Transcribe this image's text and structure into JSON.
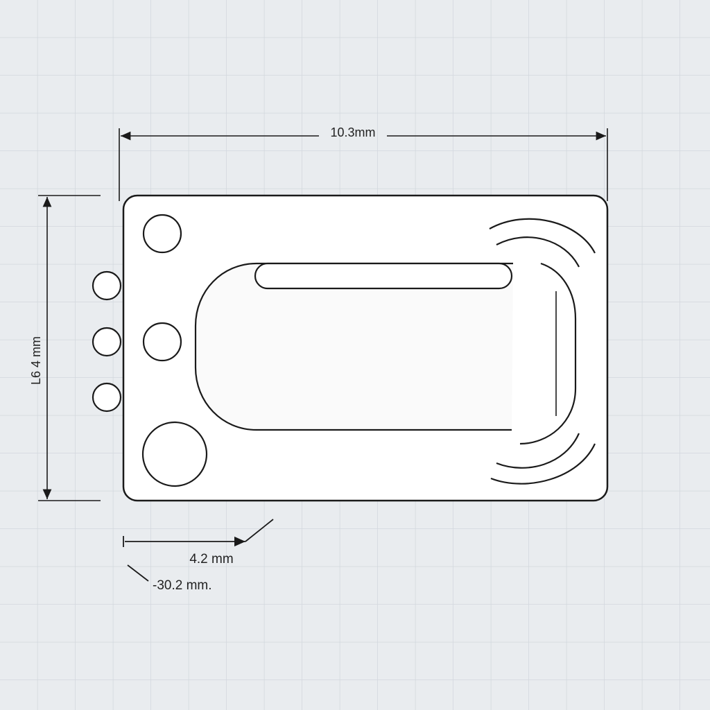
{
  "dimensions": {
    "width_label": "10.3mm",
    "height_label": "L6 4 mm",
    "offset_label": "4.2 mm",
    "depth_label": "-30.2 mm."
  },
  "colors": {
    "background": "#e9ecef",
    "grid": "#d2d7dd",
    "stroke": "#1a1a1a",
    "plate": "#ffffff"
  }
}
